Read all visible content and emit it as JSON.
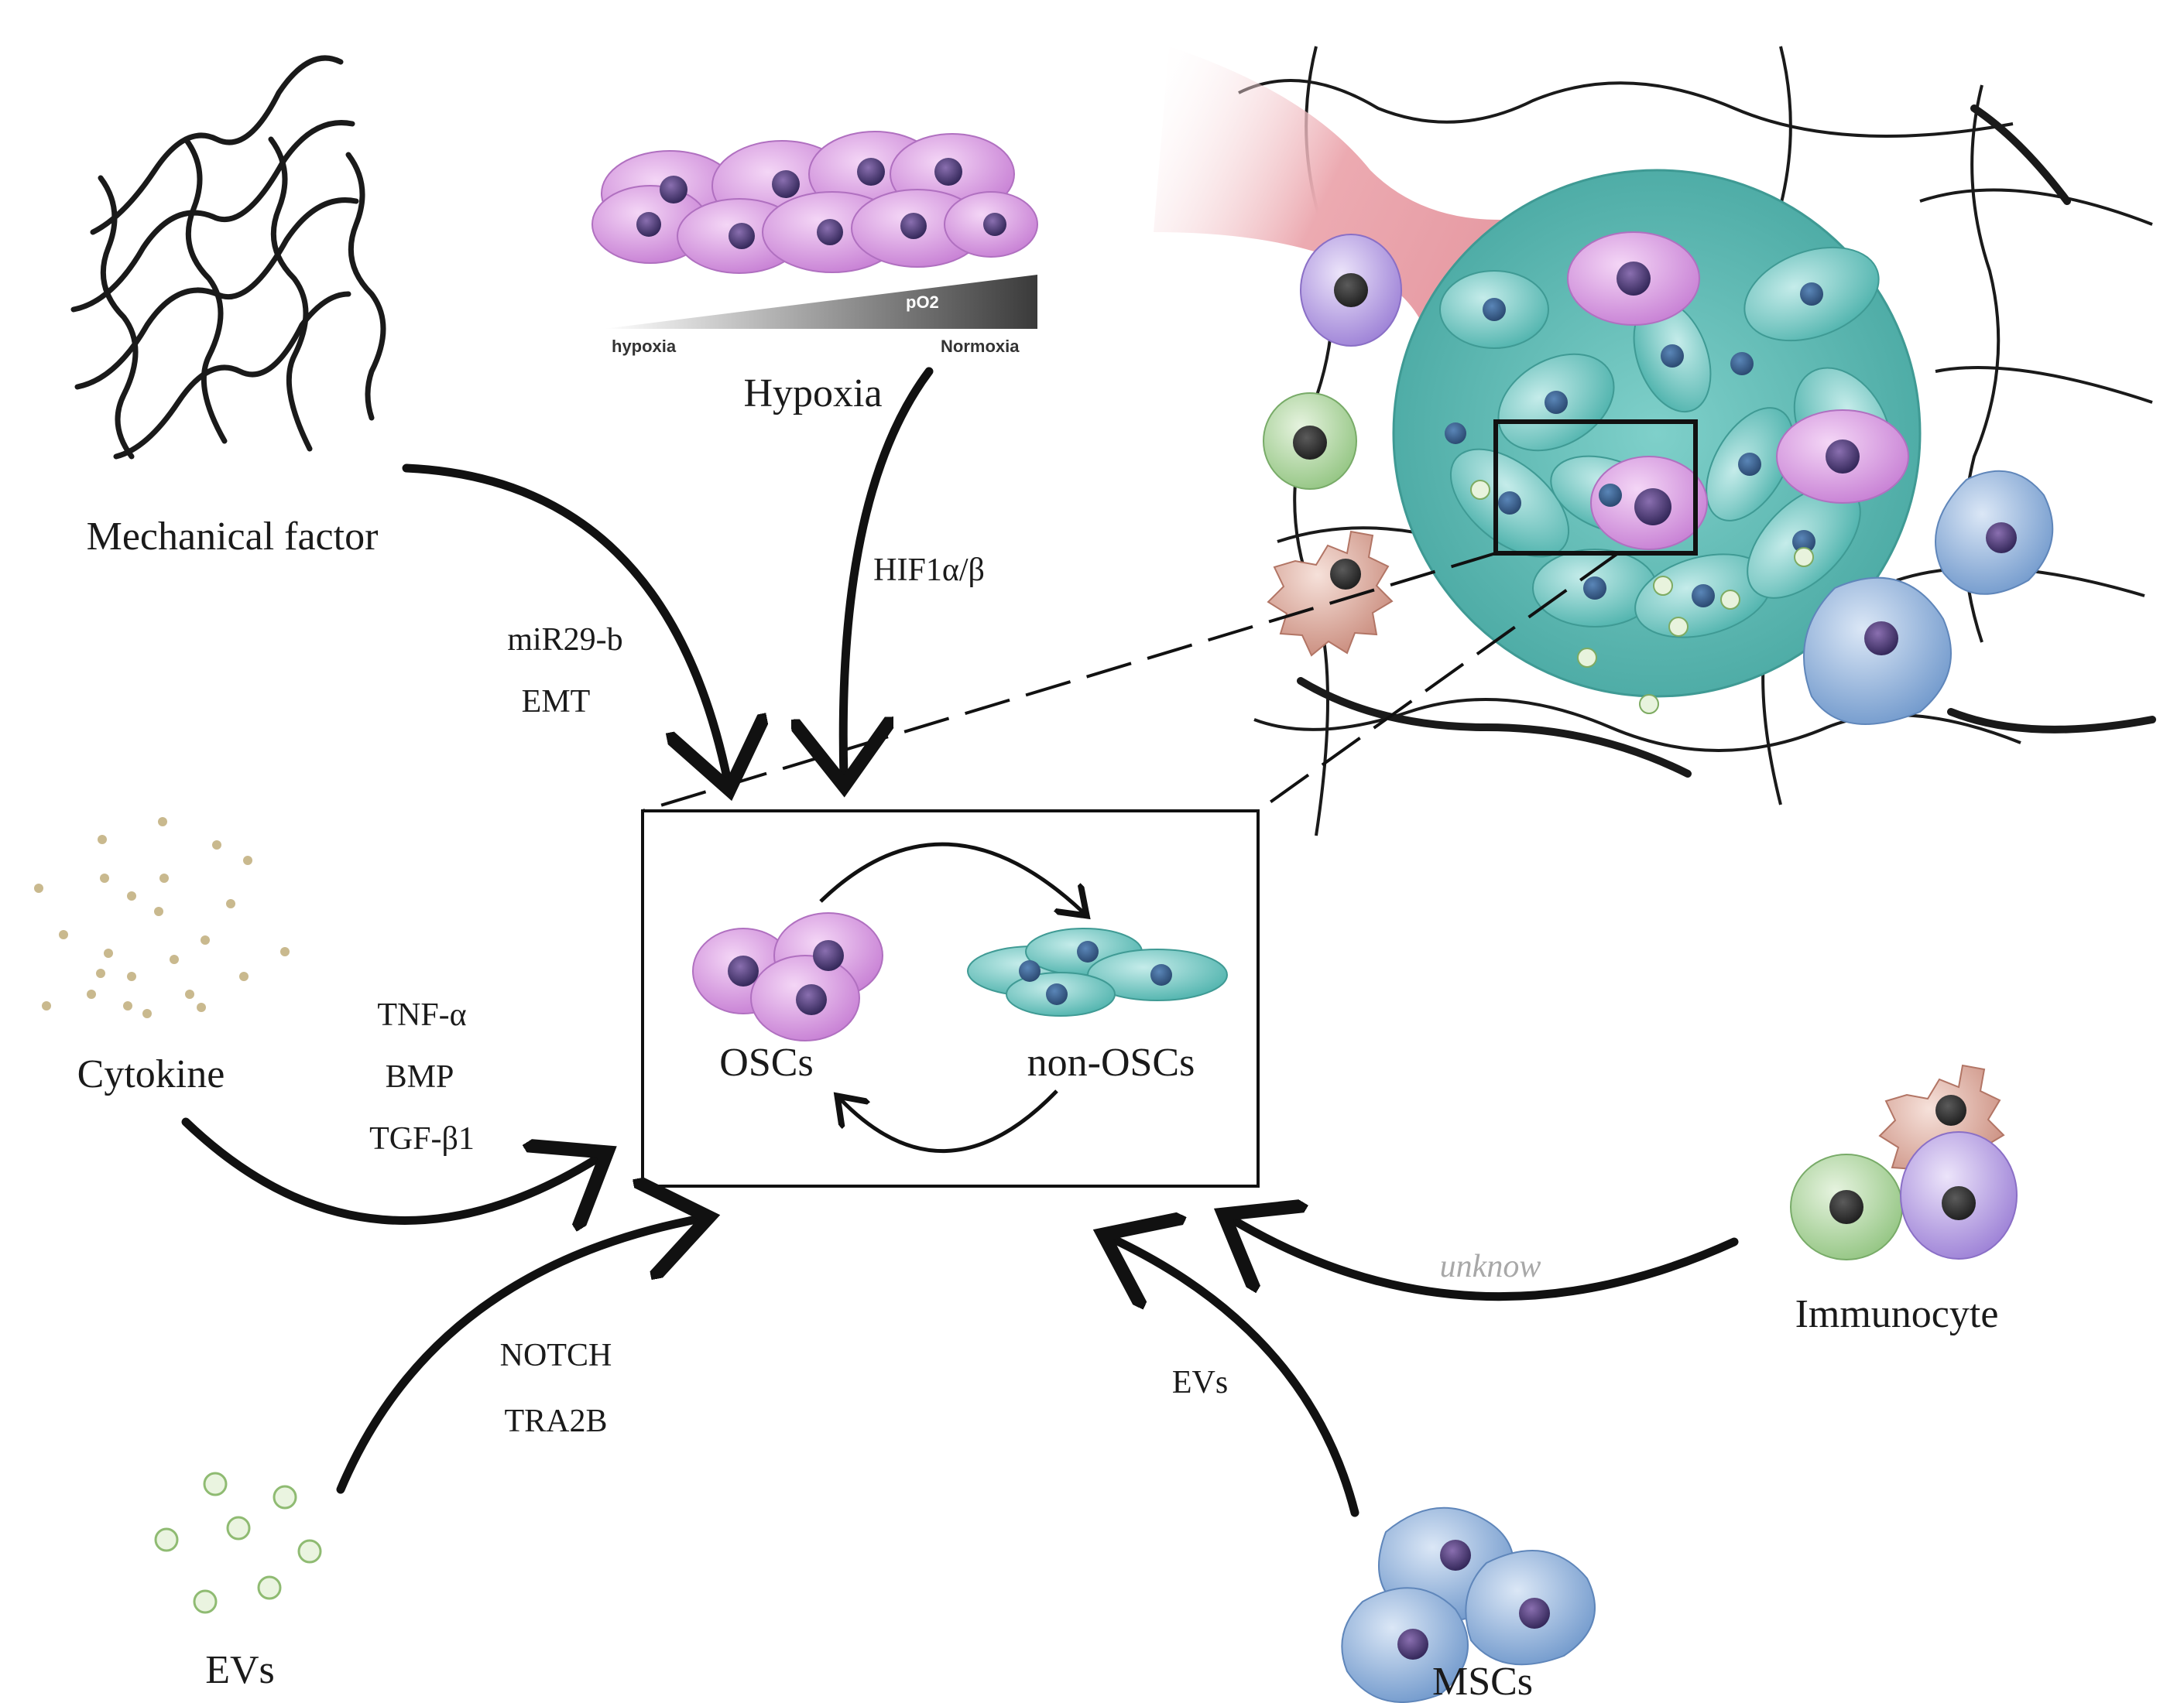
{
  "mechanical": {
    "label": "Mechanical factor",
    "pathway": [
      "miR29-b",
      "EMT"
    ]
  },
  "hypoxia": {
    "label": "Hypoxia",
    "pathway": [
      "HIF1α/β"
    ],
    "gradient_low": "hypoxia",
    "gradient_high": "Normoxia",
    "gradient_tag": "pO2"
  },
  "cytokine": {
    "label": "Cytokine",
    "pathway": [
      "TNF-α",
      "BMP",
      "TGF-β1"
    ]
  },
  "evs": {
    "label": "EVs",
    "pathway": [
      "NOTCH",
      "TRA2B"
    ]
  },
  "mscs": {
    "label": "MSCs",
    "pathway": [
      "EVs"
    ]
  },
  "immunocyte": {
    "label": "Immunocyte",
    "pathway": [
      "unknow"
    ]
  },
  "center": {
    "left": "OSCs",
    "right": "non-OSCs"
  },
  "colors": {
    "osc": "#d79be0",
    "non_osc": "#6fc7c0",
    "nucleus": "#4a3a6e",
    "vessel": "#e89aa3",
    "msc": "#8fb0d8",
    "immune_green": "#a9d39a",
    "immune_purple": "#b7a0e0",
    "immune_red": "#d6a294",
    "ev": "#b9d9a3",
    "dot": "#c2b594"
  }
}
